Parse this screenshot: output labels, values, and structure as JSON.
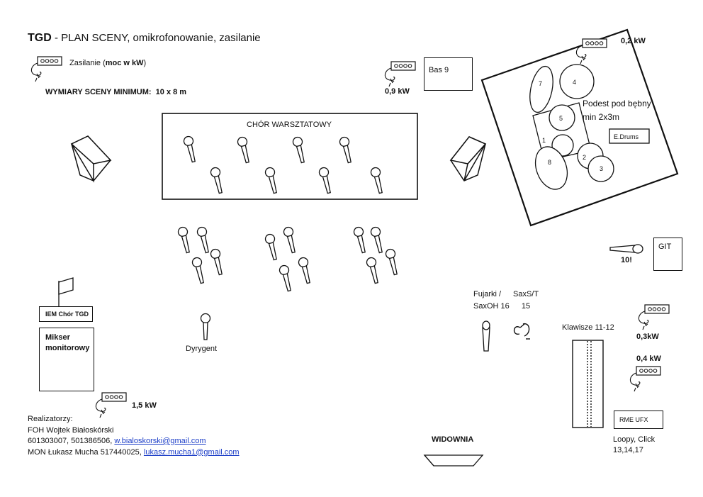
{
  "title": {
    "bold": "TGD",
    "rest": " - PLAN SCENY, omikrofonowanie, zasilanie"
  },
  "legend": {
    "prefix": "Zasilanie (",
    "bold": "moc w kW",
    "suffix": ")"
  },
  "stage_size": {
    "label": "WYMIARY SCENY MINIMUM:",
    "value": "10 x 8 m"
  },
  "choir": {
    "label": "CHÓR WARSZTATOWY"
  },
  "bass": {
    "label": "Bas  9",
    "power": "0,9 kW"
  },
  "drums": {
    "power": "0,2 kW",
    "riser": "Podest pod bębny min 2x3m",
    "edrums": "E.Drums",
    "numbers": [
      "7",
      "4",
      "5",
      "1",
      "2",
      "8",
      "3"
    ]
  },
  "guitar": {
    "label": "GIT",
    "mic_label": "10!"
  },
  "iem": {
    "label": "IEM Chór TGD"
  },
  "monitor_mixer": {
    "line1": "Mikser",
    "line2": "monitorowy",
    "power": "1,5 kW"
  },
  "conductor": {
    "label": "Dyrygent"
  },
  "winds": {
    "line1": "Fujarki /",
    "line2": "SaxOH 16",
    "sax_line1": "SaxS/T",
    "sax_line2": "15"
  },
  "keys": {
    "label": "Klawisze 11-12",
    "power1": "0,3kW",
    "power2": "0,4 kW"
  },
  "rme": {
    "label": "RME UFX",
    "loops": "Loopy, Click",
    "loops_ch": "13,14,17"
  },
  "audience": {
    "label": "WIDOWNIA"
  },
  "credits": {
    "heading": "Realizatorzy:",
    "foh": "FOH Wojtek Białoskórski",
    "foh_phones": "601303007, 501386506,",
    "foh_email": "w.bialoskorski@gmail.com",
    "mon": "MON Łukasz Mucha  517440025,",
    "mon_email": "lukasz.mucha1@gmail.com"
  }
}
